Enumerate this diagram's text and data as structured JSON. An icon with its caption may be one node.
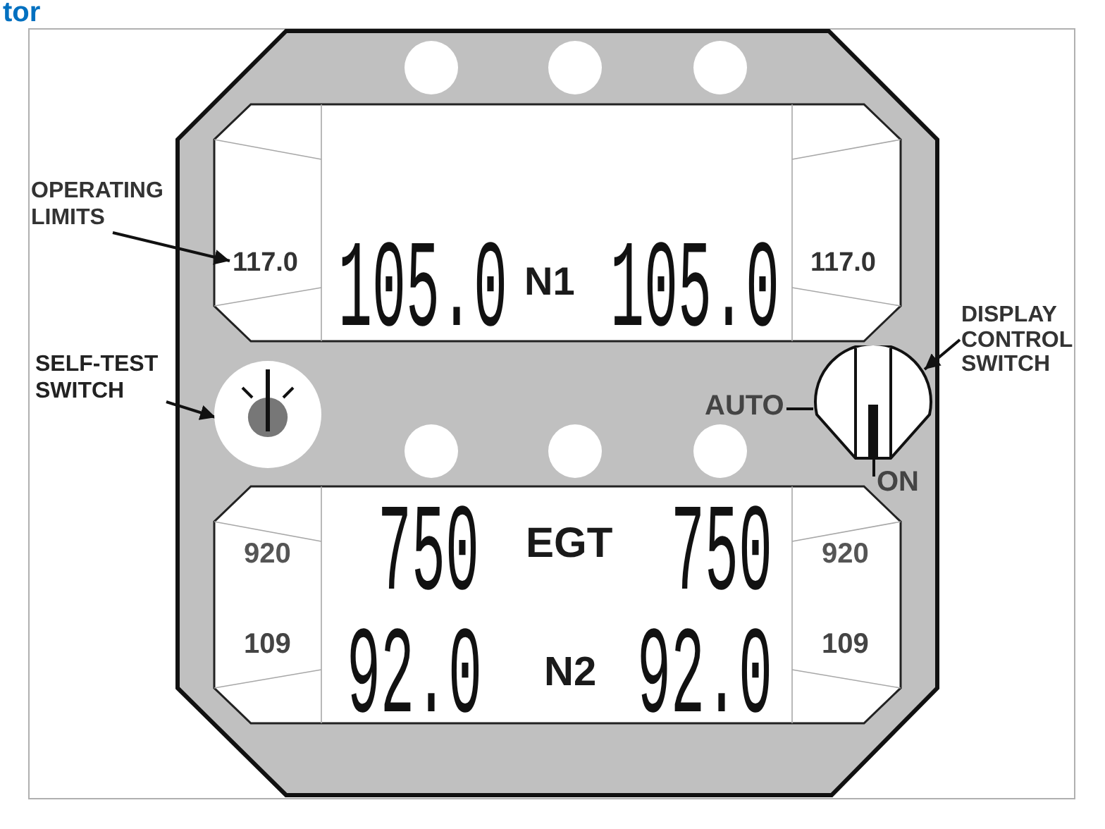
{
  "diagram": {
    "title": "tor",
    "nodes": [
      {
        "text": [
          "OPERATING LIMITS"
        ]
      },
      {
        "text": [
          "117.0"
        ]
      },
      {
        "text": [
          "SELF-TEST SWITCH"
        ]
      },
      {
        "text": [],
        "shape": "circle"
      },
      {
        "text": [
          "DISPLAY CONTROL SWITCH"
        ]
      },
      {
        "text": [],
        "shape": "picture"
      },
      {
        "text": [
          "AUTO"
        ]
      },
      {
        "text": [
          "ON"
        ]
      }
    ],
    "edges": [
      {
        "from": 0,
        "to": 1,
        "arrow": "to"
      },
      {
        "from": 2,
        "to": 3,
        "arrow": "to"
      },
      {
        "from": 4,
        "to": 5,
        "arrow": "to"
      },
      {
        "from": 6,
        "to": 5,
        "arrow": "none"
      },
      {
        "from": 7,
        "to": 5,
        "arrow": "none"
      }
    ],
    "labels": [
      "105.0",
      "N1",
      "105.0",
      "117.0",
      "920",
      "750",
      "EGT",
      "750",
      "920",
      "109",
      "92.0",
      "N2",
      "92.0",
      "109"
    ]
  }
}
